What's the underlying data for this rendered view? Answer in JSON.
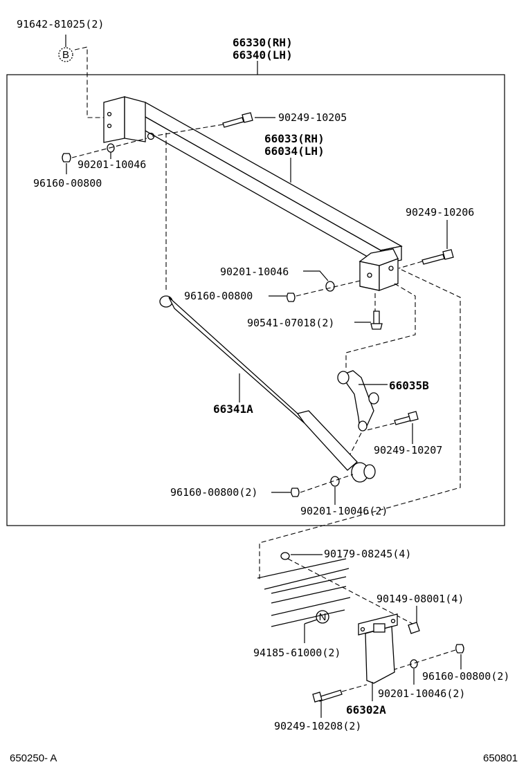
{
  "labels": {
    "top_ref": "91642-81025(2)",
    "bracket_rh": "66330(RH)",
    "bracket_lh": "66340(LH)",
    "bolt_top": "90249-10205",
    "beam_rh": "66033(RH)",
    "beam_lh": "66034(LH)",
    "washer_left": "90201-10046",
    "nut_left": "96160-00800",
    "bolt_right": "90249-10206",
    "washer_mid": "90201-10046",
    "nut_mid": "96160-00800",
    "screw_mid": "90541-07018(2)",
    "bracket_link": "66035B",
    "strut": "66341A",
    "bolt_link": "90249-10207",
    "nut_strut": "96160-00800(2)",
    "washer_strut": "90201-10046(2)",
    "rivet": "90179-08245(4)",
    "screw_plate": "90149-08001(4)",
    "clip_ref": "94185-61000(2)",
    "nut_plate": "96160-00800(2)",
    "washer_plate": "90201-10046(2)",
    "plate": "66302A",
    "bolt_plate": "90249-10208(2)"
  },
  "markers": {
    "b": "B",
    "n": "N"
  },
  "footer": {
    "left_code": "650250- A",
    "right_code": "650801"
  }
}
